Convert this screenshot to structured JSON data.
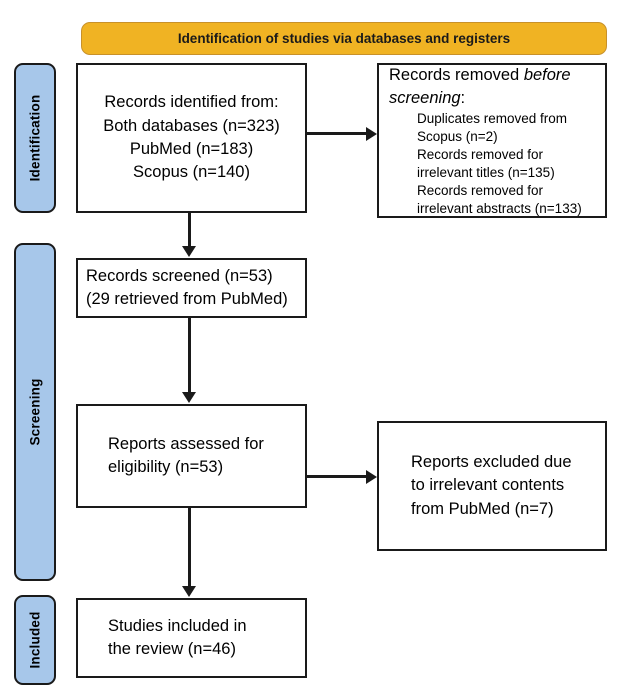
{
  "banner": {
    "text": "Identification of studies via databases and registers",
    "fill_color": "#f0b323"
  },
  "phases": {
    "fill_color": "#a7c7ea",
    "identification": "Identification",
    "screening": "Screening",
    "included": "Included"
  },
  "boxes": {
    "records_identified": {
      "line1": "Records identified from:",
      "line2": "Both databases (n=323)",
      "line3": "PubMed (n=183)",
      "line4": "Scopus (n=140)"
    },
    "records_removed": {
      "heading_part1": "Records removed ",
      "heading_italic1": "before",
      "heading_italic2": "screening",
      "heading_part2": ":",
      "item1": "Duplicates removed from Scopus (n=2)",
      "item2": "Records removed for irrelevant titles (n=135)",
      "item3": "Records removed for irrelevant abstracts (n=133)"
    },
    "records_screened": {
      "line1": "Records screened (n=53)",
      "line2": "(29 retrieved from PubMed)"
    },
    "reports_assessed": {
      "line1": "Reports assessed for",
      "line2": "eligibility (n=53)"
    },
    "reports_excluded": {
      "line1": "Reports excluded due",
      "line2": "to irrelevant contents",
      "line3": "from PubMed (n=7)"
    },
    "studies_included": {
      "line1": "Studies included in",
      "line2": "the review (n=46)"
    }
  }
}
